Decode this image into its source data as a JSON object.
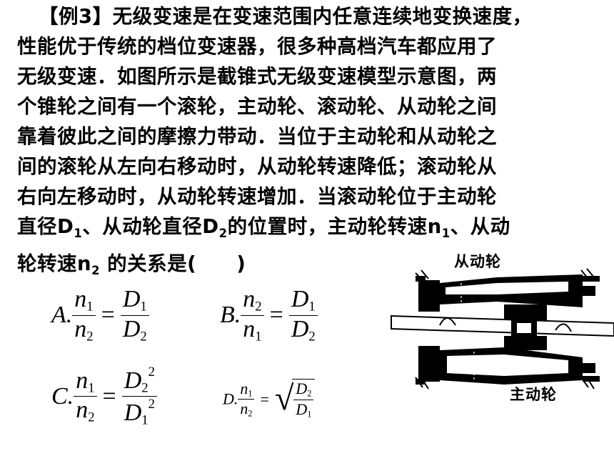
{
  "problem": {
    "tag": "【例3】",
    "line1": "无级变速是在变速范围内任意连续地变换速度，",
    "line2": "性能优于传统的档位变速器，很多种高档汽车都应用了",
    "line3": "无级变速．如图所示是截锥式无级变速模型示意图，两",
    "line4": "个锥轮之间有一个滚轮，主动轮、滚动轮、从动轮之间",
    "line5": "靠着彼此之间的摩擦力带动．当位于主动轮和从动轮之",
    "line6": "间的滚轮从左向右移动时，从动轮转速降低；滚动轮从",
    "line7": "右向左移动时，从动轮转速增加．当滚动轮位于主动轮",
    "line8_a": "直径D",
    "line8_sub1": "1",
    "line8_b": "、从动轮直径D",
    "line8_sub2": "2",
    "line8_c": "的位置时，主动轮转速n",
    "line8_sub3": "1",
    "line8_d": "、从动",
    "line9_a": "轮转速n",
    "line9_sub": "2",
    "line9_b": " 的关系是(　　)"
  },
  "options": {
    "A": {
      "letter": "A.",
      "num": "n",
      "num_sub": "1",
      "den": "n",
      "den_sub": "2",
      "eq": "=",
      "rnum": "D",
      "rnum_sub": "1",
      "rden": "D",
      "rden_sub": "2"
    },
    "B": {
      "letter": "B.",
      "num": "n",
      "num_sub": "2",
      "den": "n",
      "den_sub": "1",
      "eq": "=",
      "rnum": "D",
      "rnum_sub": "1",
      "rden": "D",
      "rden_sub": "2"
    },
    "C": {
      "letter": "C.",
      "num": "n",
      "num_sub": "1",
      "den": "n",
      "den_sub": "2",
      "eq": "=",
      "rnum": "D",
      "rnum_sub": "2",
      "rnum_sup": "2",
      "rden": "D",
      "rden_sub": "1",
      "rden_sup": "2"
    },
    "D": {
      "letter": "D.",
      "num": "n",
      "num_sub": "1",
      "den": "n",
      "den_sub": "2",
      "eq": "=",
      "radical": "√",
      "rnum": "D",
      "rnum_sub": "2",
      "rden": "D",
      "rden_sub": "1"
    }
  },
  "diagram": {
    "label_driven": "从动轮",
    "label_driving": "主动轮"
  }
}
